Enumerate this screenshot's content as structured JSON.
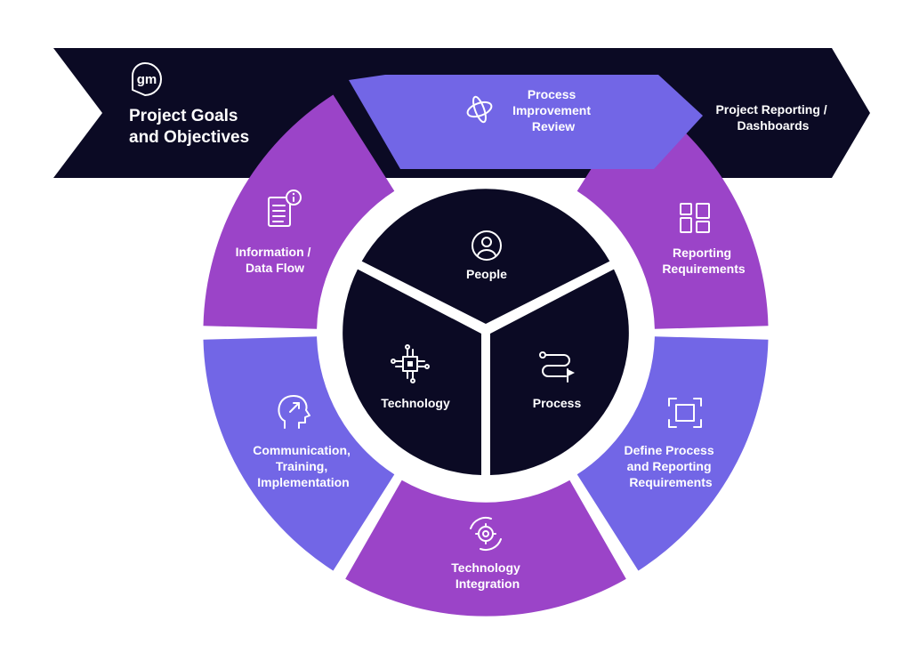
{
  "colors": {
    "navy": "#0b0a24",
    "purple": "#9b44c8",
    "periwinkle": "#7266e6",
    "white": "#ffffff"
  },
  "banner": {
    "title_line1": "Project Goals",
    "title_line2": "and Objectives",
    "logo_icon": "gm-logo-icon"
  },
  "arrow_middle": {
    "lines": [
      "Process",
      "Improvement",
      "Review"
    ],
    "icon": "orbit-cycle-icon"
  },
  "arrow_right": {
    "lines": [
      "Project Reporting /",
      "Dashboards"
    ]
  },
  "ring": [
    {
      "lines": [
        "Information /",
        "Data Flow"
      ],
      "icon": "document-info-icon"
    },
    {
      "lines": [
        "Reporting",
        "Requirements"
      ],
      "icon": "dashboard-layout-icon"
    },
    {
      "lines": [
        "Communication,",
        "Training,",
        "Implementation"
      ],
      "icon": "head-growth-icon"
    },
    {
      "lines": [
        "Define Process",
        "and Reporting",
        "Requirements"
      ],
      "icon": "frame-focus-icon"
    },
    {
      "lines": [
        "Technology",
        "Integration"
      ],
      "icon": "gear-cycle-icon"
    }
  ],
  "core": [
    {
      "label": "People",
      "icon": "person-icon"
    },
    {
      "label": "Technology",
      "icon": "circuit-chip-icon"
    },
    {
      "label": "Process",
      "icon": "route-flag-icon"
    }
  ]
}
